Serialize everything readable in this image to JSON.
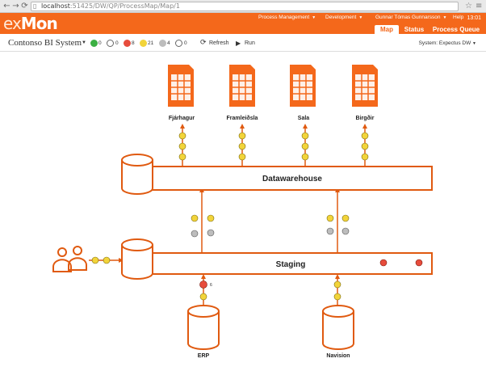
{
  "browser": {
    "url_host": "localhost",
    "url_path": ":51425/DW/QP/ProcessMap/Map/1"
  },
  "app": {
    "logo_prefix": "ex",
    "logo_suffix": "Mon",
    "menu": [
      "Process Management",
      "Development",
      "Gunnar Tómas Gunnarsson",
      "Help"
    ],
    "time": "13:01",
    "tabs": [
      "Map",
      "Status",
      "Process Queue"
    ],
    "active_tab": "Map",
    "colors": {
      "brand": "#f4681b",
      "accent": "#e05a10"
    }
  },
  "toolbar": {
    "system_name": "Contonso BI System",
    "status": [
      {
        "color": "#3cb043",
        "count": "0"
      },
      {
        "color": "#ffffff",
        "count": "0"
      },
      {
        "color": "#e74c3c",
        "count": "8"
      },
      {
        "color": "#f2d43a",
        "count": "21"
      },
      {
        "color": "#bdbdbd",
        "count": "4"
      },
      {
        "color": "#ffffff",
        "count": "0"
      }
    ],
    "refresh_label": "Refresh",
    "run_label": "Run",
    "system_select": "System: Expectus DW"
  },
  "map": {
    "reports": [
      "Fjárhagur",
      "Framleiðsla",
      "Sala",
      "Birgðir"
    ],
    "datawarehouse_label": "Datawarehouse",
    "staging_label": "Staging",
    "sources": [
      "ERP",
      "Navision"
    ],
    "erp_badge": "6"
  }
}
